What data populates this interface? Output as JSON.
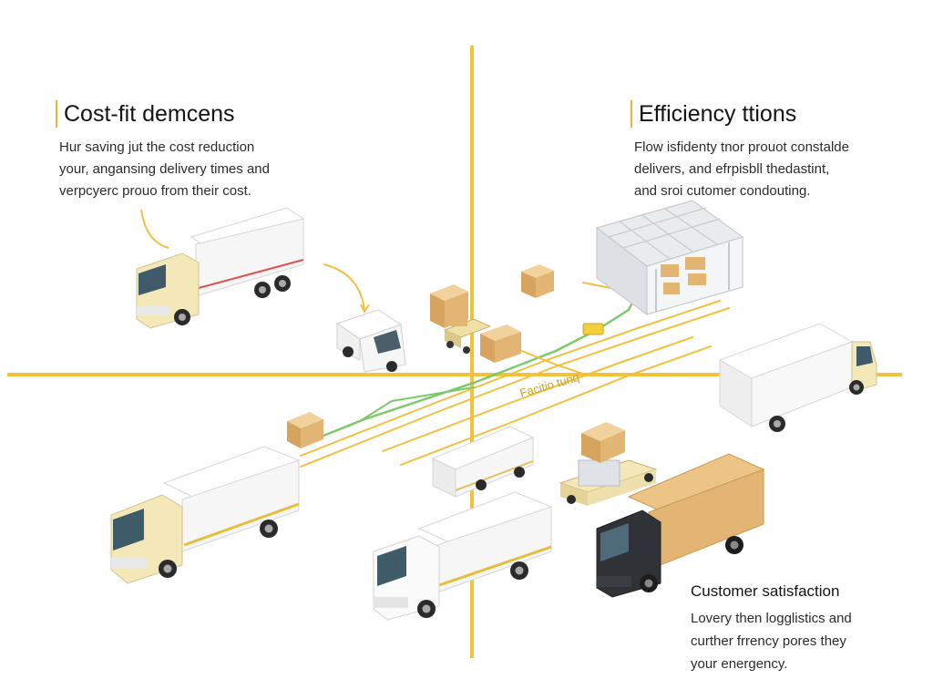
{
  "sections": {
    "cost": {
      "title": "Cost-fit demcens",
      "lines": [
        "Hur saving jut the cost reduction",
        "your, angansing delivery times and",
        "verpcyerc prouo from their cost."
      ]
    },
    "efficiency": {
      "title": "Efficiency ttions",
      "lines": [
        "Flow isfidenty tnor prouot constalde",
        "delivers, and efrpisbll thedastint,",
        "and sroi cutomer condouting."
      ]
    },
    "customer": {
      "title": "Customer satisfaction",
      "lines": [
        "Lovery then logglistics and",
        "curther frrency pores they",
        "your energency."
      ]
    }
  },
  "route_label": "Facitio tunq",
  "colors": {
    "axis": "#f2c23a",
    "route_yellow": "#f0c040",
    "route_green": "#7cc96a",
    "box": "#e2b572",
    "truck_body": "#f7f7f7",
    "cab_cream": "#f4e8b8",
    "dark_cab": "#2f3337"
  },
  "icons": [
    "truck-icon",
    "van-icon",
    "box-icon",
    "warehouse-icon",
    "forklift-icon",
    "cargo-cart-icon"
  ]
}
